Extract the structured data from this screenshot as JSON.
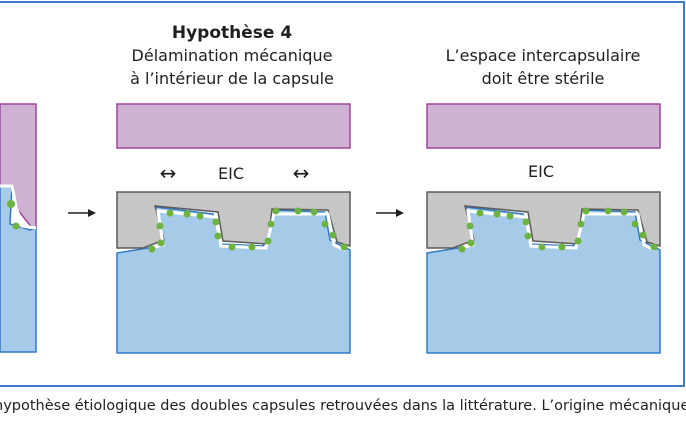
{
  "panel_middle": {
    "heading": "Hypothèse 4",
    "subtitle_line1": "Délamination mécanique",
    "subtitle_line2": "à l’intérieur de la capsule",
    "eic_label": "EIC",
    "arrow_left_symbol": "↔",
    "arrow_right_symbol": "↔"
  },
  "panel_right": {
    "title_line1": "L’espace intercapsulaire",
    "title_line2": "doit être stérile",
    "eic_label": "EIC"
  },
  "flow_arrow_symbol": "→",
  "caption": "hypothèse étiologique des doubles capsules retrouvées dans la littérature. L’origine mécanique",
  "colors": {
    "capsule_outer": "#cfb2d3",
    "capsule_outer_stroke": "#a0479b",
    "capsule_inner": "#c6c6c6",
    "capsule_inner_stroke": "#5b5b5b",
    "tissue": "#a6cbe9",
    "tissue_stroke": "#2f79c5",
    "dots": "#6cb43f",
    "frame": "#3a7fc8"
  }
}
